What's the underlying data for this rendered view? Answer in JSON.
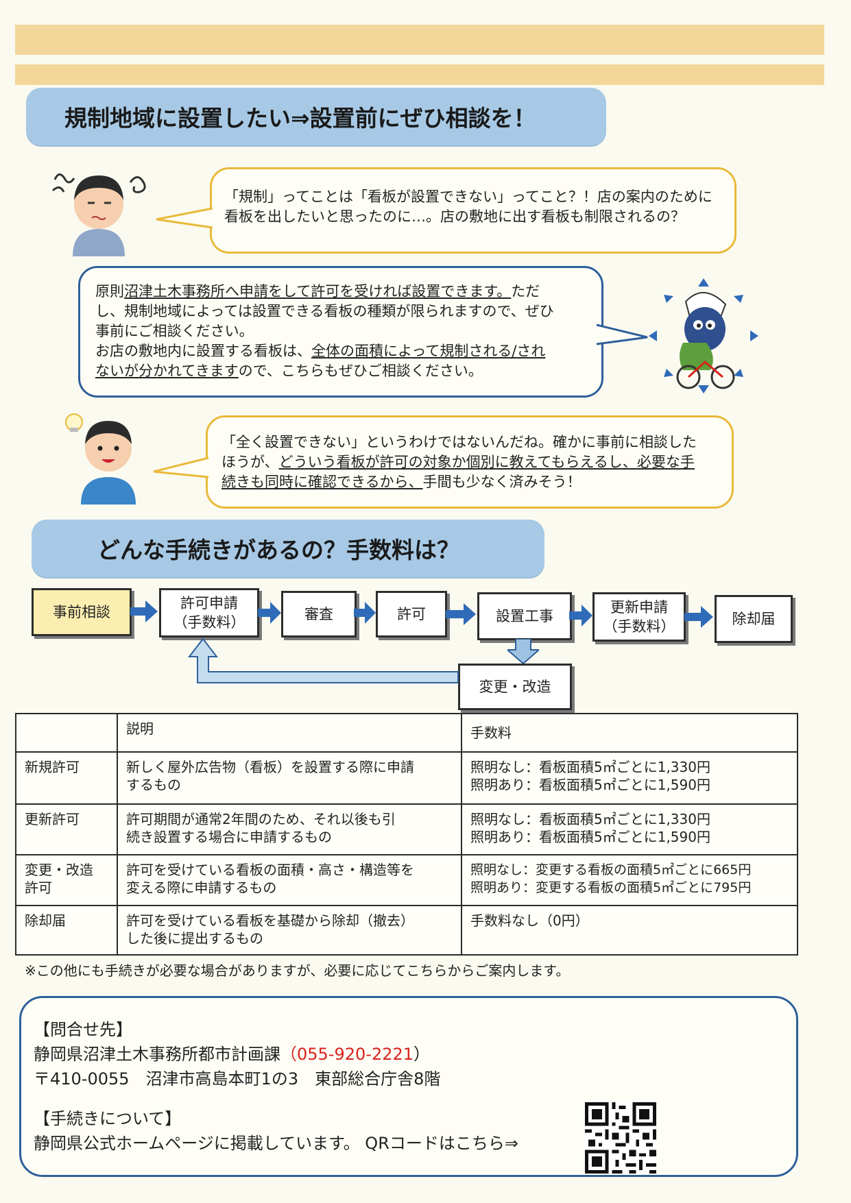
{
  "section1": {
    "title": "規制地域に設置したい⇒設置前にぜひ相談を！"
  },
  "bubble1": {
    "line1": "「規制」ってことは「看板が設置できない」ってこと？！店の案内のために",
    "line2": "看板を出したいと思ったのに…。店の敷地に出す看板も制限されるの？"
  },
  "bubble2": {
    "l1a": "原則",
    "l1u": "沼津土木事務所へ申請をして許可を受ければ設置できます。",
    "l1b": "ただ",
    "l2": "し、規制地域によっては設置できる看板の種類が限られますので、ぜひ",
    "l3": "事前にご相談ください。",
    "l4a": "お店の敷地内に設置する看板は、",
    "l4u": "全体の面積によって規制される/され",
    "l5u": "ないが分かれてきます",
    "l5b": "ので、こちらもぜひご相談ください。"
  },
  "bubble3": {
    "l1": "「全く設置できない」というわけではないんだね。確かに事前に相談した",
    "l2a": "ほうが、",
    "l2u": "どういう看板が許可の対象か個別に教えてもらえるし、必要な手",
    "l3u": "続きも同時に確認できるから、",
    "l3b": "手間も少なく済みそう！"
  },
  "section2": {
    "title": "どんな手続きがあるの？手数料は？"
  },
  "flow": {
    "s1": "事前相談",
    "s2a": "許可申請",
    "s2b": "（手数料）",
    "s3": "審査",
    "s4": "許可",
    "s5": "設置工事",
    "s6a": "更新申請",
    "s6b": "（手数料）",
    "s7": "除却届",
    "s8": "変更・改造"
  },
  "table": {
    "headers": [
      "",
      "説明",
      "手数料"
    ],
    "rows": [
      {
        "name": "新規許可",
        "desc1": "新しく屋外広告物（看板）を設置する際に申請",
        "desc2": "するもの",
        "fee1": "照明なし：看板面積5㎡ごとに1,330円",
        "fee2": "照明あり：看板面積5㎡ごとに1,590円"
      },
      {
        "name": "更新許可",
        "desc1": "許可期間が通常2年間のため、それ以後も引",
        "desc2": "続き設置する場合に申請するもの",
        "fee1": "照明なし：看板面積5㎡ごとに1,330円",
        "fee2": "照明あり：看板面積5㎡ごとに1,590円"
      },
      {
        "name1": "変更・改造",
        "name2": "許可",
        "desc1": "許可を受けている看板の面積・高さ・構造等を",
        "desc2": "変える際に申請するもの",
        "fee1": "照明なし：変更する看板の面積5㎡ごとに665円",
        "fee2": "照明あり：変更する看板の面積5㎡ごとに795円"
      },
      {
        "name": "除却届",
        "desc1": "許可を受けている看板を基礎から除却（撤去）",
        "desc2": "した後に提出するもの",
        "fee1": "手数料なし（0円）"
      }
    ]
  },
  "note": "※この他にも手続きが必要な場合がありますが、必要に応じてこちらからご案内します。",
  "contact": {
    "heading": "【問合せ先】",
    "office": "静岡県沼津土木事務所都市計画課",
    "phone_open": "（",
    "phone": "055-920-2221",
    "phone_close": "）",
    "address": "〒410-0055　沼津市高島本町1の3　東部総合庁舎8階",
    "heading2": "【手続きについて】",
    "web": "静岡県公式ホームページに掲載しています。 QRコードはこちら⇒"
  },
  "icons": [
    "confused-person-icon",
    "mascot-cyclist-icon",
    "happy-person-icon",
    "qr-code-icon"
  ],
  "colors": {
    "accent_blue": "#a7c9e5",
    "border_yellow": "#e8b93a",
    "border_blue": "#2e5f9a",
    "band": "#f3d79a",
    "phone_red": "#d8211c"
  }
}
